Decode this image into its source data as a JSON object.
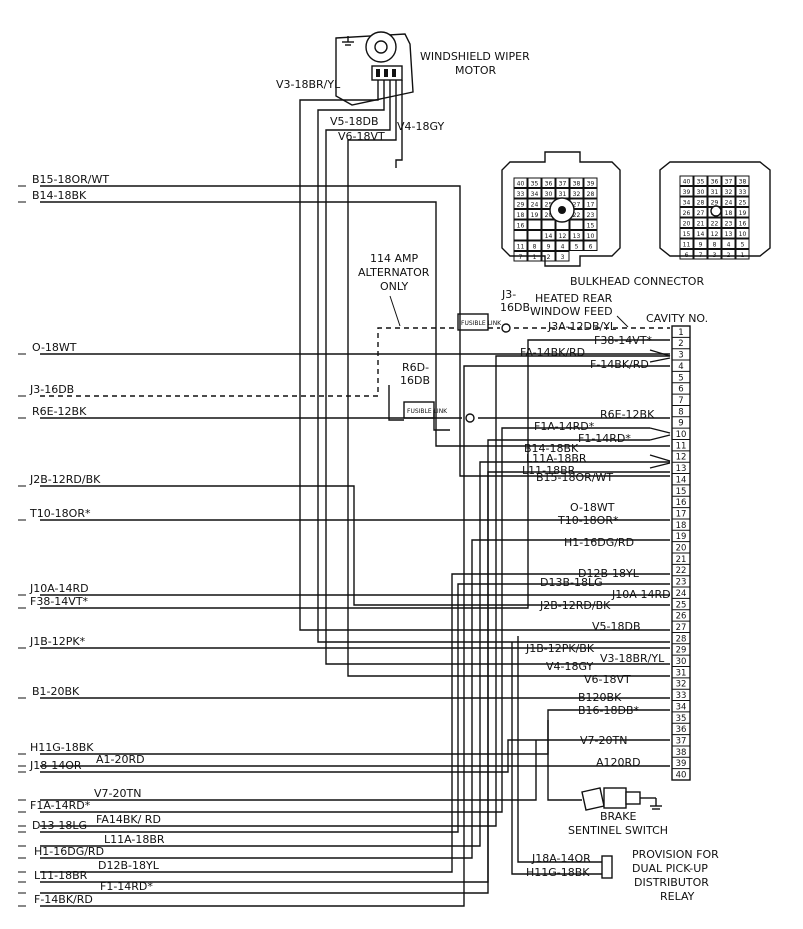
{
  "titles": {
    "motor_line1": "WINDSHIELD WIPER",
    "motor_line2": "MOTOR",
    "bulkhead": "BULKHEAD CONNECTOR",
    "cavity": "CAVITY NO.",
    "heated_line1": "HEATED REAR",
    "heated_line2": "WINDOW FEED",
    "alt_line1": "114 AMP",
    "alt_line2": "ALTERNATOR",
    "alt_line3": "ONLY",
    "brake_line1": "BRAKE",
    "brake_line2": "SENTINEL SWITCH",
    "relay_line1": "PROVISION FOR",
    "relay_line2": "DUAL PICK-UP",
    "relay_line3": "DISTRIBUTOR",
    "relay_line4": "RELAY",
    "fusible": "FUSIBLE LINK"
  },
  "motor_wires": {
    "v3": "V3-18BR/YL",
    "v5": "V5-18DB",
    "v6": "V6-18VT",
    "v4": "V4-18GY"
  },
  "top_labels": {
    "j3_line1": "J3-",
    "j3_line2": "16DB",
    "r6d_line1": "R6D-",
    "r6d_line2": "16DB"
  },
  "left_labels": [
    "B15-18OR/WT",
    "B14-18BK",
    "O-18WT",
    "J3-16DB",
    "R6E-12BK",
    "J2B-12RD/BK",
    "T10-18OR*",
    "J10A-14RD",
    "F38-14VT*",
    "J1B-12PK*",
    "B1-20BK",
    "H11G-18BK",
    "A1-20RD",
    "J18-14OR",
    "V7-20TN",
    "F1A-14RD*",
    "FA14BK/ RD",
    "D13-18LG",
    "L11A-18BR",
    "H1-16DG/RD",
    "D12B-18YL",
    "L11-18BR",
    "F1-14RD*",
    "F-14BK/RD"
  ],
  "right_labels": [
    "J3A-12DB/YL",
    "F38-14VT*",
    "FA-14BK/RD",
    "F-14BK/RD",
    "R6E-12BK",
    "F1A-14RD*",
    "F1-14RD*",
    "B14-18BK",
    "L11A-18BR",
    "L11-18BR",
    "B15-18OR/WT",
    "O-18WT",
    "T10-18OR*",
    "H1-16DG/RD",
    "D12B-18YL",
    "D13B-18LG",
    "J10A-14RD",
    "J2B-12RD/BK",
    "V5-18DB",
    "J1B-12PK/BK",
    "V3-18BR/YL",
    "V4-18GY",
    "V6-18VT",
    "B120BK",
    "B16-18DB*",
    "V7-20TN",
    "A120RD"
  ],
  "relay_wires": {
    "j18a": "J18A-14OR",
    "h11g": "H11G-18BK"
  },
  "cavities": [
    "1",
    "2",
    "3",
    "4",
    "5",
    "6",
    "7",
    "8",
    "9",
    "10",
    "11",
    "12",
    "13",
    "14",
    "15",
    "16",
    "17",
    "18",
    "19",
    "20",
    "21",
    "22",
    "23",
    "24",
    "25",
    "26",
    "27",
    "28",
    "29",
    "30",
    "31",
    "32",
    "33",
    "34",
    "35",
    "36",
    "37",
    "38",
    "39",
    "40"
  ],
  "connector1_pins": [
    "40",
    "35",
    "36",
    "37",
    "38",
    "39",
    "33",
    "34",
    "30",
    "31",
    "32",
    "28",
    "29",
    "24",
    "25",
    "26",
    "27",
    "17",
    "18",
    "19",
    "20",
    "21",
    "22",
    "23",
    "16",
    "",
    "",
    "",
    "",
    "15",
    "",
    "",
    "14",
    "12",
    "13",
    "10",
    "11",
    "8",
    "9",
    "4",
    "5",
    "6",
    "7",
    "1",
    "2",
    "3"
  ],
  "connector2_pins": [
    "40",
    "35",
    "36",
    "37",
    "38",
    "39",
    "30",
    "31",
    "32",
    "33",
    "34",
    "28",
    "29",
    "24",
    "25",
    "26",
    "27",
    "17",
    "18",
    "19",
    "20",
    "21",
    "22",
    "23",
    "16",
    "15",
    "14",
    "12",
    "13",
    "10",
    "11",
    "9",
    "8",
    "4",
    "5",
    "6",
    "7",
    "3",
    "2",
    "1"
  ]
}
